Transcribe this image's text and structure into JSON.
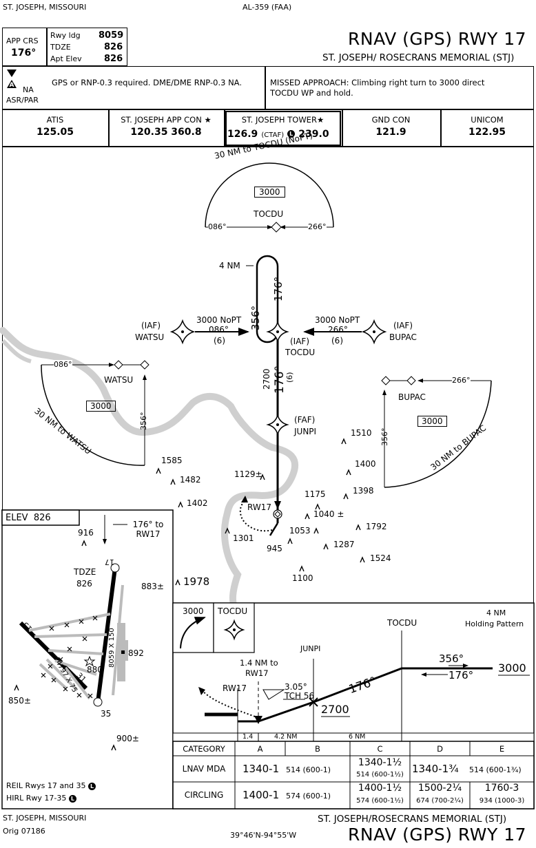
{
  "header": {
    "city_state": "ST. JOSEPH, MISSOURI",
    "proc_id": "AL-359 (FAA)",
    "title": "RNAV (GPS) RWY 17",
    "airport": "ST. JOSEPH/ ROSECRANS MEMORIAL (STJ)"
  },
  "briefing": {
    "app_crs_label": "APP CRS",
    "app_crs": "176°",
    "rwy_ldg_label": "Rwy ldg",
    "rwy_ldg": "8059",
    "tdze_label": "TDZE",
    "tdze": "826",
    "apt_elev_label": "Apt Elev",
    "apt_elev": "826",
    "na_label": "NA",
    "asr_par": "ASR/PAR",
    "notes": "GPS or RNP-0.3 required.  DME/DME RNP-0.3 NA.",
    "missed_line1": "MISSED APPROACH:  Climbing right turn to 3000 direct",
    "missed_line2": "TOCDU WP and hold."
  },
  "comms": [
    {
      "name": "ATIS",
      "freq": "125.05"
    },
    {
      "name": "ST. JOSEPH APP CON ★",
      "freq": "120.35  360.8"
    },
    {
      "name": "ST. JOSEPH TOWER★",
      "freq": "126.9",
      "ctaf": "(CTAF)",
      "freq2": "239.0"
    },
    {
      "name": "GND CON",
      "freq": "121.9"
    },
    {
      "name": "UNICOM",
      "freq": "122.95"
    }
  ],
  "planview": {
    "taa_north": "30 NM to TOCDU (NoPT)",
    "taa_north_alt": "3000",
    "tocdu": "TOCDU",
    "brg_086": "086°",
    "brg_266": "266°",
    "hold_4nm": "4 NM",
    "hold_176": "176°",
    "hold_356": "356°",
    "iaf": "(IAF)",
    "watsu": "WATSU",
    "bupac": "BUPAC",
    "nopt_w_alt": "3000 NoPT",
    "nopt_w_brg": "086°",
    "nopt_w_dist": "(6)",
    "nopt_e_alt": "3000 NoPT",
    "nopt_e_brg": "266°",
    "nopt_e_dist": "(6)",
    "iaf_tocdu": "(IAF)",
    "tocdu2": "TOCDU",
    "seg_alt": "2700",
    "seg_brg": "176°",
    "seg_dist": "(6)",
    "taa_w_alt": "3000",
    "taa_w_label": "30 NM to WATSU",
    "taa_w_356": "356°",
    "taa_w_086": "086°",
    "taa_e_alt": "3000",
    "taa_e_label": "30 NM to BUPAC",
    "taa_e_356": "356°",
    "taa_e_266": "266°",
    "faf": "(FAF)",
    "junpi": "JUNPI",
    "rw17": "RW17",
    "obstacles": [
      "1510",
      "1400",
      "1398",
      "1585",
      "1482",
      "1129±",
      "1402",
      "1175",
      "1040 ±",
      "1792",
      "1053",
      "1287",
      "1301",
      "945",
      "1524",
      "1100",
      "1978",
      "883±"
    ]
  },
  "airport_sketch": {
    "elev_label": "ELEV",
    "elev": "826",
    "course_note": "176° to RW17",
    "obs_916": "916",
    "tdze_label": "TDZE",
    "tdze": "826",
    "rwy_dim": "8059 X 150",
    "xrwy_dim": "4797 X 75",
    "elev_892": "892",
    "elev_880": "880",
    "obs_850": "850±",
    "rwy35": "35",
    "rwy13": "13",
    "rwy31": "31",
    "rwy17": "17",
    "obs_900": "900±",
    "reil": "REIL Rwys 17 and 35",
    "hirl": "HIRL Rwy 17-35"
  },
  "profile": {
    "missed_alt": "3000",
    "missed_fix": "TOCDU",
    "tocdu": "TOCDU",
    "hold_label1": "4 NM",
    "hold_label2": "Holding Pattern",
    "junpi": "JUNPI",
    "vda_note1": "1.4 NM to",
    "vda_note2": "RW17",
    "rw17": "RW17",
    "gp_angle": "3.05°",
    "tch": "TCH 56",
    "faf_alt": "2700",
    "inbound": "176°",
    "hold_356": "356°",
    "hold_176": "176°",
    "hold_alt": "3000",
    "dist1": "1.4",
    "dist2": "4.2 NM",
    "dist3": "6 NM"
  },
  "minimums": {
    "headers": [
      "CATEGORY",
      "A",
      "B",
      "C",
      "D",
      "E"
    ],
    "lnav_label": "LNAV MDA",
    "lnav_ab_main": "1340-1",
    "lnav_ab_sub": "514 (600-1)",
    "lnav_c_main": "1340-1½",
    "lnav_c_sub": "514 (600-1½)",
    "lnav_d_main": "1340-1¾",
    "lnav_e": "514 (600-1¾)",
    "circ_label": "CIRCLING",
    "circ_ab_main": "1400-1",
    "circ_ab_sub": "574 (600-1)",
    "circ_c_main": "1400-1½",
    "circ_c_sub": "574 (600-1½)",
    "circ_d_main": "1500-2¼",
    "circ_d_sub": "674 (700-2¼)",
    "circ_e_main": "1760-3",
    "circ_e_sub": "934 (1000-3)"
  },
  "footer": {
    "city_state": "ST. JOSEPH, MISSOURI",
    "orig": "Orig 07186",
    "coords": "39°46'N-94°55'W",
    "airport": "ST. JOSEPH/ROSECRANS MEMORIAL (STJ)",
    "title": "RNAV (GPS) RWY 17"
  }
}
